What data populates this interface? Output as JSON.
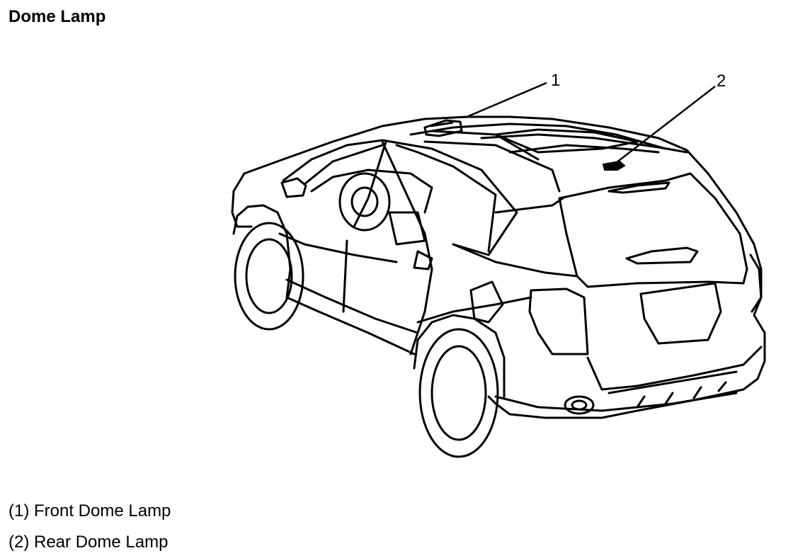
{
  "title": "Dome Lamp",
  "callouts": [
    {
      "number": "1"
    },
    {
      "number": "2"
    }
  ],
  "legend": [
    {
      "label": "(1) Front Dome Lamp"
    },
    {
      "label": "(2) Rear Dome Lamp"
    }
  ]
}
